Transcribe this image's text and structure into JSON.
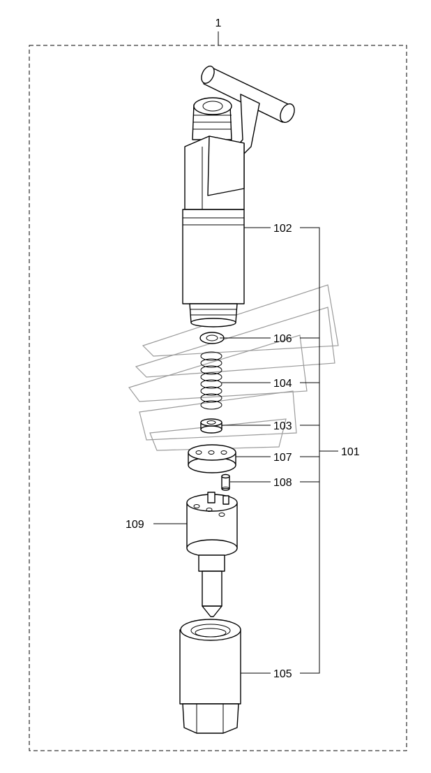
{
  "diagram": {
    "assembly_label": "1",
    "labels": {
      "p101": "101",
      "p102": "102",
      "p103": "103",
      "p104": "104",
      "p105": "105",
      "p106": "106",
      "p107": "107",
      "p108": "108",
      "p109": "109"
    }
  }
}
